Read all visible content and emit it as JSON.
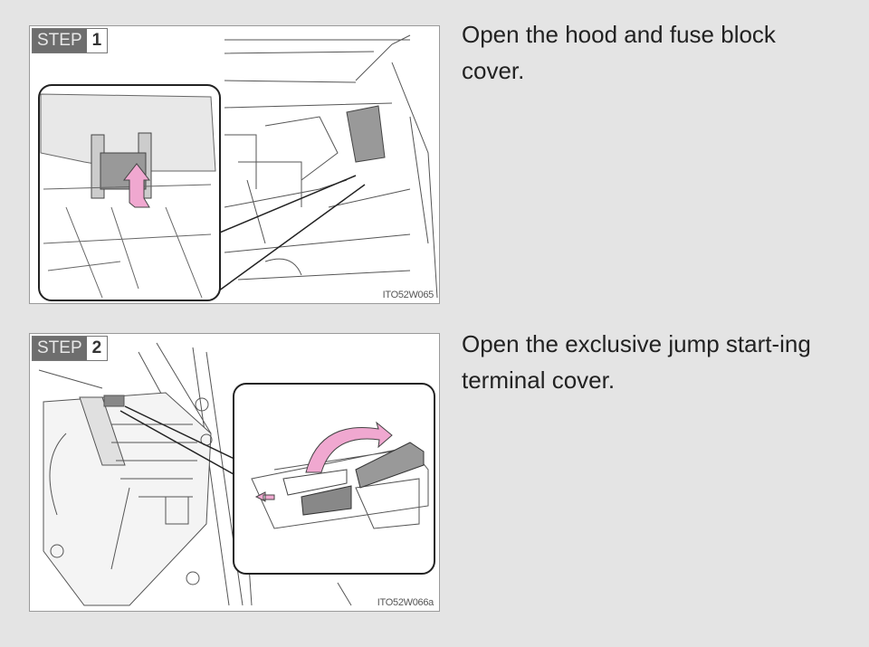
{
  "steps": [
    {
      "label": "STEP",
      "number": "1",
      "figure_code": "ITO52W065",
      "text": "Open the hood and fuse block cover."
    },
    {
      "label": "STEP",
      "number": "2",
      "figure_code": "ITO52W066a",
      "text": "Open the exclusive jump start-ing terminal cover."
    }
  ],
  "colors": {
    "arrow": "#f0a8d0",
    "cover": "#9a9a9a",
    "background": "#e4e4e4"
  }
}
